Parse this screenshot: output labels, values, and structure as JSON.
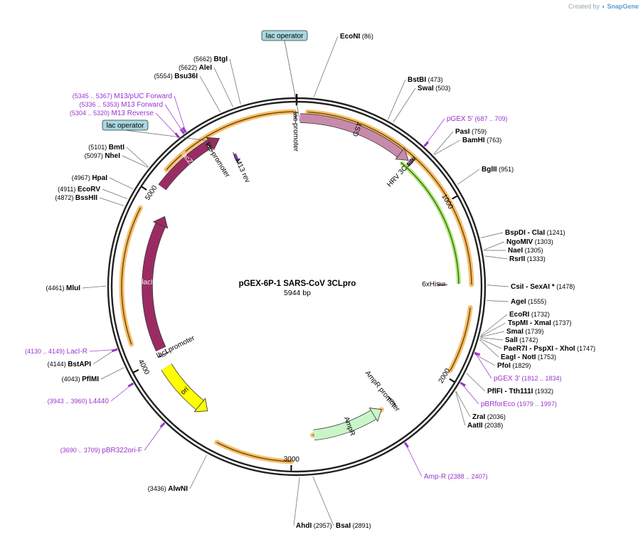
{
  "branding": {
    "created_by": "Created by",
    "app": "SnapGene"
  },
  "plasmid": {
    "name": "pGEX-6P-1 SARS-CoV 3CLpro",
    "size": "5944 bp",
    "length": 5944
  },
  "colors": {
    "feature_purple": "#9933cc",
    "enzyme_black": "#000000",
    "orange_glow": "#f5c070",
    "backbone": "#222222"
  },
  "ticks": [
    "1000",
    "2000",
    "3000",
    "4000",
    "5000"
  ],
  "features": [
    {
      "label": "lacZα",
      "start": 5060,
      "end": 5490,
      "ring": 235,
      "color": "#9b2c63",
      "width": 12,
      "dir": 1
    },
    {
      "label": "GST",
      "start": 20,
      "end": 685,
      "ring": 237,
      "color": "#c88aab",
      "width": 12,
      "dir": 1
    },
    {
      "label": "lacI",
      "start": 4050,
      "end": 4920,
      "ring": 210,
      "color": "#9b2c63",
      "width": 14,
      "dir": 1
    },
    {
      "label": "ori",
      "start": 3560,
      "end": 3935,
      "ring": 215,
      "color": "#ffff00",
      "width": 16,
      "dir": -1
    },
    {
      "label": "AmpR",
      "start": 2400,
      "end": 2862,
      "ring": 210,
      "color": "#c9f5c9",
      "width": 14,
      "dir": -1
    },
    {
      "label": "lacI promoter",
      "start": 4000,
      "end": 4040,
      "ring": 210,
      "color": "#ffffff",
      "width": 10,
      "dir": -1
    },
    {
      "label": "AmpR promoter",
      "start": 2305,
      "end": 2340,
      "ring": 210,
      "color": "#ffffff",
      "width": 10,
      "dir": -1
    },
    {
      "label": "HRV 3C site",
      "start": 690,
      "end": 712,
      "ring": 237,
      "color": "#c88aab",
      "width": 8,
      "dir": 1
    },
    {
      "label": "6xHis",
      "start": 1460,
      "end": 1480,
      "ring": 205,
      "color": "#c88aab",
      "width": 6,
      "dir": 1
    },
    {
      "label": "M13 rev",
      "start": 5520,
      "end": 5540,
      "ring": 200,
      "color": "#9933cc",
      "width": 10,
      "dir": -1
    },
    {
      "label": "tac promoter",
      "start": 5935,
      "end": 5940,
      "ring": 238,
      "color": "#ffffff",
      "width": 10,
      "dir": 1
    },
    {
      "label": "lac promoter",
      "start": 5410,
      "end": 5420,
      "ring": 230,
      "color": "#ffffff",
      "width": 10,
      "dir": 1
    }
  ],
  "operators": [
    {
      "label": "lac operator",
      "pos": 20
    },
    {
      "label": "lac operator",
      "pos": 5470
    }
  ],
  "primers": [
    {
      "label": "M13/pUC Forward",
      "range": "(5345 .. 5367)",
      "pos": 5356
    },
    {
      "label": "M13 Forward",
      "range": "(5336 .. 5353)",
      "pos": 5344
    },
    {
      "label": "M13 Reverse",
      "range": "(5304 .. 5320)",
      "pos": 5312
    },
    {
      "label": "pGEX 5'",
      "range": "(687 .. 709)",
      "pos": 698
    },
    {
      "label": "pGEX 3'",
      "range": "(1812 .. 1834)",
      "pos": 1823
    },
    {
      "label": "pBRforEco",
      "range": "(1979 .. 1997)",
      "pos": 1988
    },
    {
      "label": "Amp-R",
      "range": "(2388 .. 2407)",
      "pos": 2398
    },
    {
      "label": "pBR322ori-F",
      "range": "(3690 .. 3709)",
      "pos": 3700
    },
    {
      "label": "L4440",
      "range": "(3943 .. 3960)",
      "pos": 3952
    },
    {
      "label": "LacI-R",
      "range": "(4130 .. 4149)",
      "pos": 4140
    }
  ],
  "enzymes": [
    {
      "name": "EcoNI",
      "pos": "(86)",
      "p": 86
    },
    {
      "name": "BstBI",
      "pos": "(473)",
      "p": 473
    },
    {
      "name": "SwaI",
      "pos": "(503)",
      "p": 503
    },
    {
      "name": "PasI",
      "pos": "(759)",
      "p": 759
    },
    {
      "name": "BamHI",
      "pos": "(763)",
      "p": 763
    },
    {
      "name": "BglII",
      "pos": "(951)",
      "p": 951
    },
    {
      "name": "BspDI - ClaI",
      "pos": "(1241)",
      "p": 1241
    },
    {
      "name": "NgoMIV",
      "pos": "(1303)",
      "p": 1303
    },
    {
      "name": "NaeI",
      "pos": "(1305)",
      "p": 1305
    },
    {
      "name": "RsrII",
      "pos": "(1333)",
      "p": 1333
    },
    {
      "name": "CsiI - SexAI *",
      "pos": "(1478)",
      "p": 1478
    },
    {
      "name": "AgeI",
      "pos": "(1555)",
      "p": 1555
    },
    {
      "name": "EcoRI",
      "pos": "(1732)",
      "p": 1732
    },
    {
      "name": "TspMI - XmaI",
      "pos": "(1737)",
      "p": 1737
    },
    {
      "name": "SmaI",
      "pos": "(1739)",
      "p": 1739
    },
    {
      "name": "SalI",
      "pos": "(1742)",
      "p": 1742
    },
    {
      "name": "PaeR7I - PspXI - XhoI",
      "pos": "(1747)",
      "p": 1747
    },
    {
      "name": "EagI - NotI",
      "pos": "(1753)",
      "p": 1753
    },
    {
      "name": "PfoI",
      "pos": "(1829)",
      "p": 1829
    },
    {
      "name": "PflFI - Tth111I",
      "pos": "(1932)",
      "p": 1932
    },
    {
      "name": "ZraI",
      "pos": "(2036)",
      "p": 2036
    },
    {
      "name": "AatII",
      "pos": "(2038)",
      "p": 2038
    },
    {
      "name": "BsaI",
      "pos": "(2891)",
      "p": 2891
    },
    {
      "name": "AhdI",
      "pos": "(2957)",
      "p": 2957
    },
    {
      "name": "AlwNI",
      "pos": "(3436)",
      "p": 3436
    },
    {
      "name": "PflMI",
      "pos": "(4043)",
      "p": 4043
    },
    {
      "name": "BstAPI",
      "pos": "(4144)",
      "p": 4144
    },
    {
      "name": "MluI",
      "pos": "(4461)",
      "p": 4461
    },
    {
      "name": "BssHII",
      "pos": "(4872)",
      "p": 4872
    },
    {
      "name": "EcoRV",
      "pos": "(4911)",
      "p": 4911
    },
    {
      "name": "HpaI",
      "pos": "(4967)",
      "p": 4967
    },
    {
      "name": "NheI",
      "pos": "(5097)",
      "p": 5097
    },
    {
      "name": "BmtI",
      "pos": "(5101)",
      "p": 5101
    },
    {
      "name": "Bsu36I",
      "pos": "(5554)",
      "p": 5554
    },
    {
      "name": "AleI",
      "pos": "(5622)",
      "p": 5622
    },
    {
      "name": "BtgI",
      "pos": "(5662)",
      "p": 5662
    }
  ]
}
